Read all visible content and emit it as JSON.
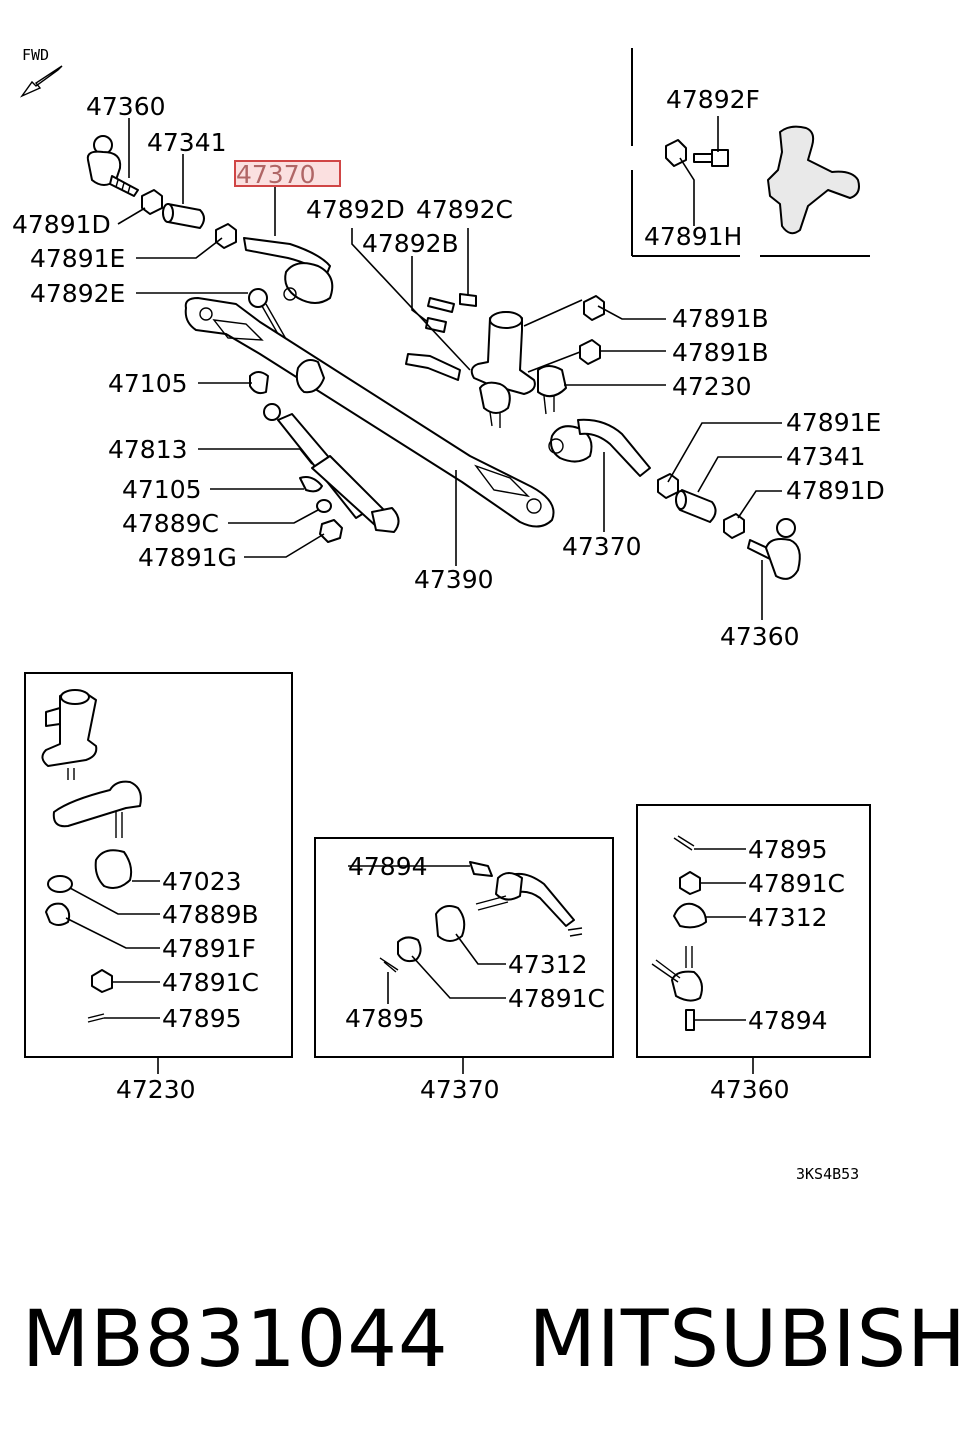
{
  "diagram": {
    "fwd_label": "FWD",
    "code": "3KS4B53",
    "highlighted_part": "47370",
    "callouts": {
      "tl_47360": "47360",
      "tl_47341": "47341",
      "tl_47370": "47370",
      "tl_47891D": "47891D",
      "tl_47891E": "47891E",
      "tl_47892E": "47892E",
      "c_47892D": "47892D",
      "c_47892C": "47892C",
      "c_47892B": "47892B",
      "tr_47892F": "47892F",
      "tr_47891H": "47891H",
      "r_47891B_1": "47891B",
      "r_47891B_2": "47891B",
      "r_47230": "47230",
      "l_47105_1": "47105",
      "l_47813": "47813",
      "l_47105_2": "47105",
      "l_47889C": "47889C",
      "l_47891G": "47891G",
      "r_47891E": "47891E",
      "r_47341": "47341",
      "r_47891D": "47891D",
      "c_47370": "47370",
      "c_47390": "47390",
      "r_47360": "47360"
    },
    "inset_left": {
      "title": "47230",
      "items": [
        "47023",
        "47889B",
        "47891F",
        "47891C",
        "47895"
      ]
    },
    "inset_middle": {
      "title": "47370",
      "items": [
        "47894",
        "47312",
        "47891C",
        "47895"
      ]
    },
    "inset_right": {
      "title": "47360",
      "items": [
        "47895",
        "47891C",
        "47312",
        "47894"
      ]
    }
  },
  "footer": {
    "part_number": "MB831044",
    "manufacturer": "MITSUBISHI"
  }
}
